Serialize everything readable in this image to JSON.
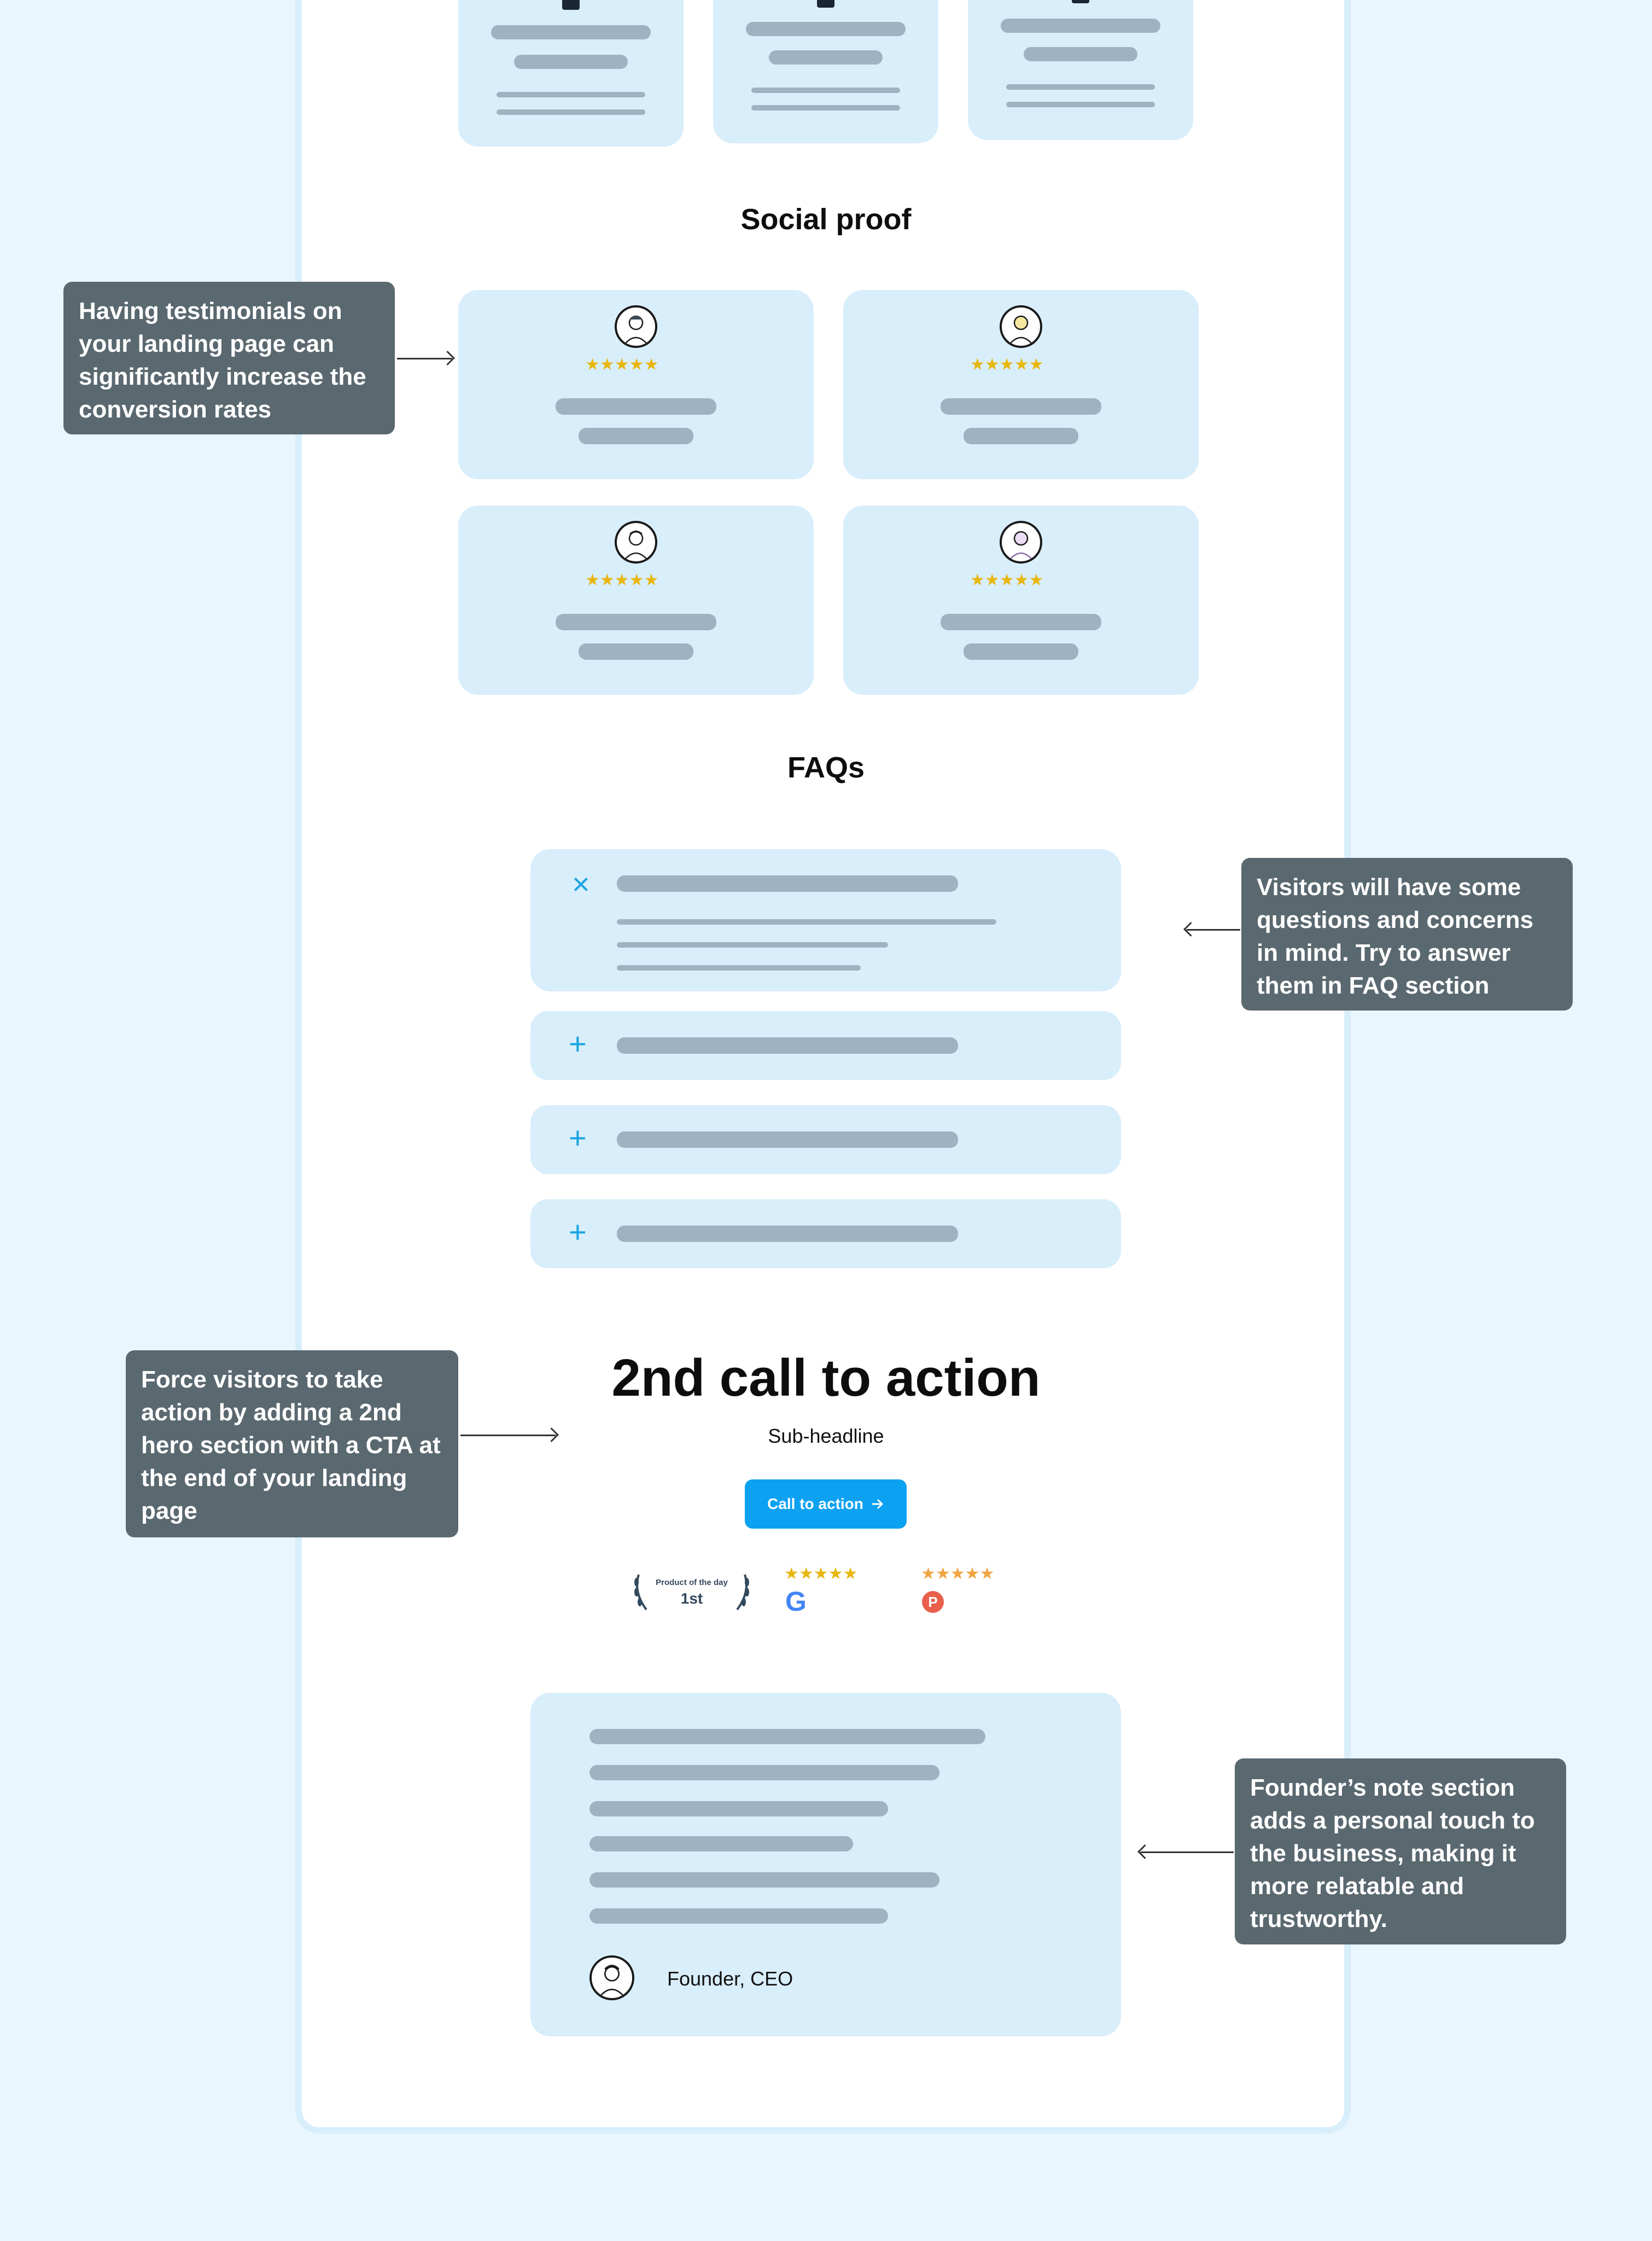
{
  "social_proof": {
    "heading": "Social proof",
    "rating_stars": "★★★★★"
  },
  "faqs": {
    "heading": "FAQs",
    "expanded_icon": "×",
    "collapsed_icon": "+"
  },
  "cta2": {
    "headline": "2nd call to action",
    "subheadline": "Sub-headline",
    "button_label": "Call to action",
    "button_icon": "arrow-right-icon",
    "badge_product_of_day": "Product of the day",
    "badge_rank": "1st",
    "google_letter": "G",
    "producthunt_letter": "P"
  },
  "founder": {
    "role": "Founder, CEO"
  },
  "annotations": {
    "testimonials": "Having testimonials on your landing page can significantly increase the conversion rates",
    "faq": "Visitors will have some questions and concerns in mind. Try to answer them in FAQ section",
    "cta": "Force visitors to take action by adding a 2nd hero section with a CTA at the end of your landing page",
    "founder": "Founder’s note section adds a personal touch to the business, making it more relatable and trustworthy."
  },
  "colors": {
    "background": "#eaf6fd",
    "card": "#d9eefb",
    "placeholder": "#9eb3c1",
    "note": "#5a6870",
    "accent": "#0da1f2",
    "star": "#e8b70f"
  }
}
